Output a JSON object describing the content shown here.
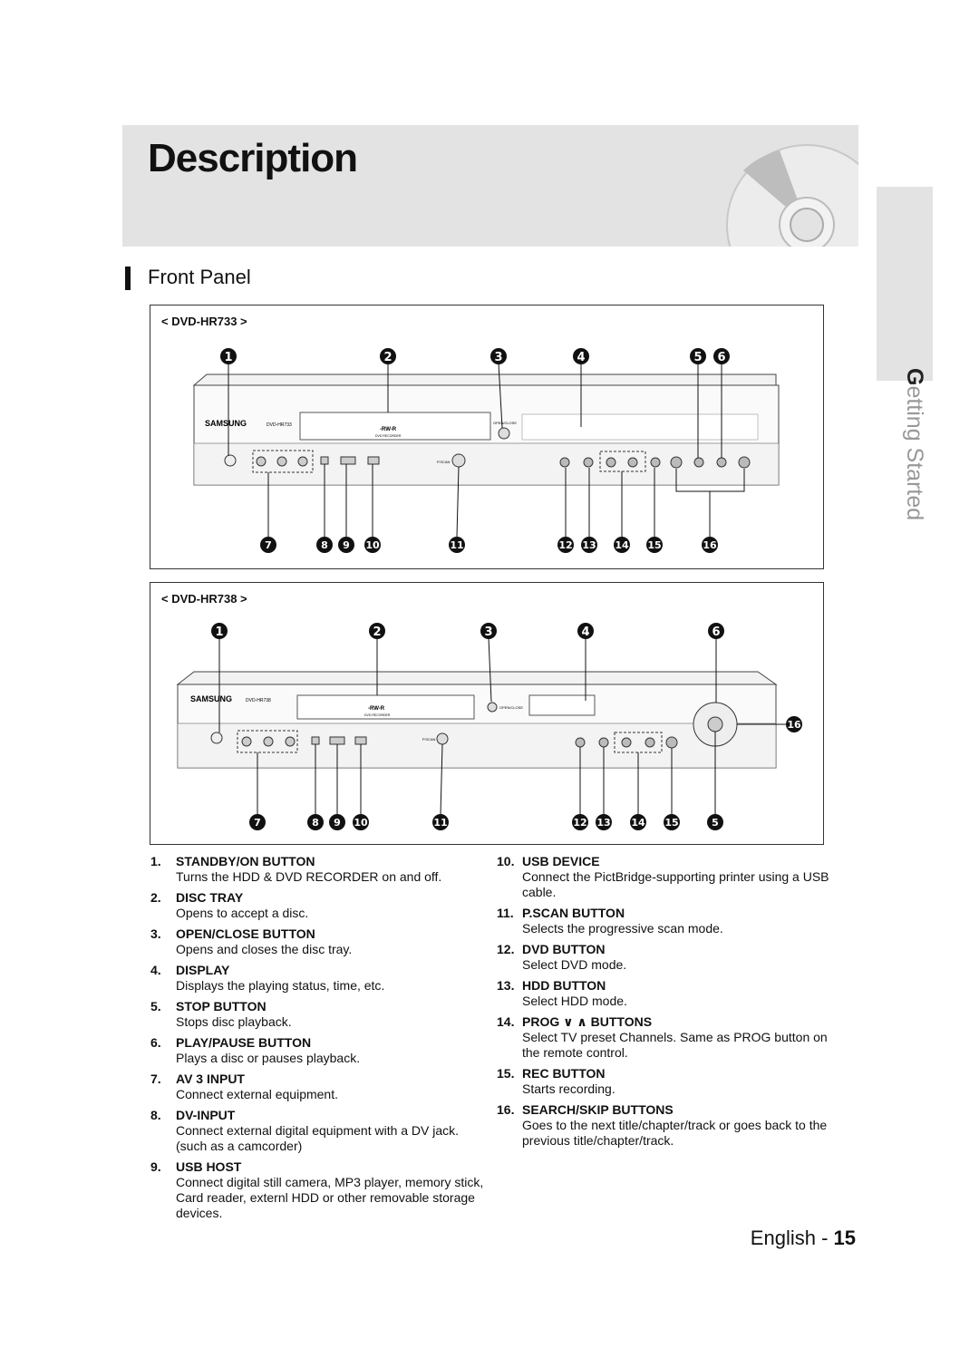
{
  "page": {
    "title": "Description",
    "side_tab": {
      "first": "G",
      "rest": "etting Started"
    },
    "section": "Front Panel",
    "footer_lang": "English -",
    "footer_page": "15"
  },
  "panels": [
    {
      "model": "< DVD-HR733 >",
      "top_callouts": [
        "1",
        "2",
        "3",
        "4",
        "5",
        "6"
      ],
      "bottom_callouts": [
        "7",
        "8",
        "9",
        "10",
        "11",
        "12",
        "13",
        "14",
        "15",
        "16"
      ],
      "device_labels": {
        "model": "DVD-HR733",
        "brand": "SAMSUNG",
        "format": "-RW-R",
        "recorder": "DVD RECORDER",
        "open": "OPEN/CLOSE",
        "pscan": "P.SCAN"
      }
    },
    {
      "model": "< DVD-HR738 >",
      "top_callouts": [
        "1",
        "2",
        "3",
        "4",
        "6"
      ],
      "side_callout": "16",
      "bottom_callouts": [
        "7",
        "8",
        "9",
        "10",
        "11",
        "12",
        "13",
        "14",
        "15",
        "5"
      ],
      "device_labels": {
        "model": "DVD-HR738",
        "brand": "SAMSUNG",
        "format": "-RW-R",
        "recorder": "DVD RECORDER",
        "open": "OPEN/CLOSE",
        "pscan": "P.SCAN"
      }
    }
  ],
  "items_left": [
    {
      "num": "1.",
      "title": "STANDBY/ON BUTTON",
      "text": "Turns the HDD & DVD RECORDER on and off."
    },
    {
      "num": "2.",
      "title": "DISC TRAY",
      "text": "Opens to accept a disc."
    },
    {
      "num": "3.",
      "title": "OPEN/CLOSE BUTTON",
      "text": "Opens and closes the disc tray."
    },
    {
      "num": "4.",
      "title": "DISPLAY",
      "text": "Displays the playing status, time, etc."
    },
    {
      "num": "5.",
      "title": "STOP BUTTON",
      "text": "Stops disc playback."
    },
    {
      "num": "6.",
      "title": "PLAY/PAUSE BUTTON",
      "text": "Plays a disc or pauses playback."
    },
    {
      "num": "7.",
      "title": "AV 3 INPUT",
      "text": "Connect external equipment."
    },
    {
      "num": "8.",
      "title": "DV-INPUT",
      "text": "Connect external digital equipment with a DV jack. (such as a camcorder)"
    },
    {
      "num": "9.",
      "title": "USB HOST",
      "text": "Connect digital still camera, MP3 player, memory stick, Card reader, externl HDD or other removable storage devices."
    }
  ],
  "items_right": [
    {
      "num": "10.",
      "title": "USB DEVICE",
      "text": "Connect the PictBridge-supporting printer using a USB cable."
    },
    {
      "num": "11.",
      "title": "P.SCAN BUTTON",
      "text": "Selects the progressive scan mode."
    },
    {
      "num": "12.",
      "title": "DVD BUTTON",
      "text": "Select DVD mode."
    },
    {
      "num": "13.",
      "title": "HDD BUTTON",
      "text": "Select HDD mode."
    },
    {
      "num": "14.",
      "title": "PROG ∨ ∧ BUTTONS",
      "text": "Select TV preset Channels. Same as PROG button on the remote control."
    },
    {
      "num": "15.",
      "title": "REC BUTTON",
      "text": "Starts recording."
    },
    {
      "num": "16.",
      "title": "SEARCH/SKIP BUTTONS",
      "text": "Goes to the next title/chapter/track or goes back to the previous title/chapter/track."
    }
  ]
}
